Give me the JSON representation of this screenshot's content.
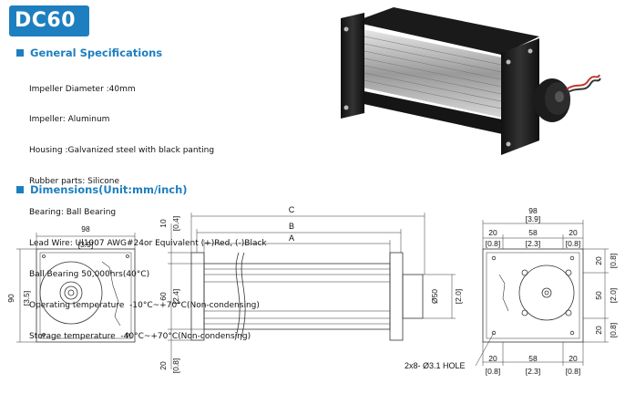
{
  "page": {
    "model": "DC60"
  },
  "general_section": {
    "heading": "General Specifications",
    "specs": [
      "Impeller Diameter :40mm",
      "Impeller: Aluminum",
      "Housing :Galvanized steel with black panting",
      "Rubber parts: Silicone",
      "Bearing: Ball Bearing",
      "Lead Wire: Ul1007 AWG#24or Equivalent (+)Red, (-)Black",
      "Ball Bearing 50,000hrs(40°C)",
      "Operating temperature  -10°C~+70°C(Non-condensing)",
      "Storage temperature  -40°C~+70°C(Non-condensing)"
    ]
  },
  "dimensions_section": {
    "heading": "Dimensions(Unit:mm/inch)"
  },
  "left_view": {
    "width_mm": "98",
    "width_in": "[3.9]",
    "height_mm": "90",
    "height_in": "[3.5]"
  },
  "front_view": {
    "dim_c": "C",
    "dim_b": "B",
    "dim_a": "A",
    "top_mm": "10",
    "top_in": "[0.4]",
    "mid_mm": "60",
    "mid_in": "[2.4]",
    "bot_mm": "20",
    "bot_in": "[0.8]",
    "motor_mm": "Ø50",
    "motor_in": "[2.0]"
  },
  "right_view": {
    "width_mm": "98",
    "width_in": "[3.9]",
    "top_left_mm": "20",
    "top_left_in": "[0.8]",
    "top_mid_mm": "58",
    "top_mid_in": "[2.3]",
    "top_right_mm": "20",
    "top_right_in": "[0.8]",
    "bot_left_mm": "20",
    "bot_left_in": "[0.8]",
    "bot_mid_mm": "58",
    "bot_mid_in": "[2.3]",
    "bot_right_mm": "20",
    "bot_right_in": "[0.8]",
    "side_top_mm": "20",
    "side_top_in": "[0.8]",
    "side_mid_mm": "50",
    "side_mid_in": "[2.0]",
    "side_bot_mm": "20",
    "side_bot_in": "[0.8]",
    "hole_note": "2x8- Ø3.1 HOLE"
  },
  "colors": {
    "accent": "#1d7fc0"
  }
}
